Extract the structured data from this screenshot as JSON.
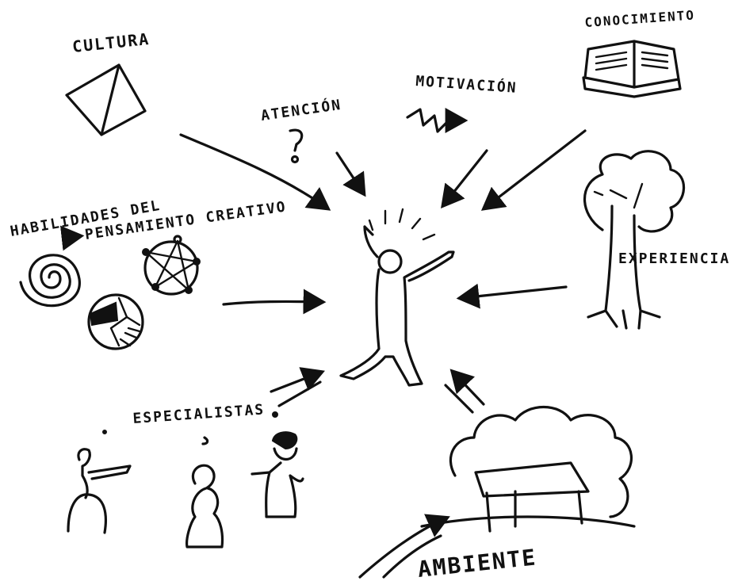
{
  "labels": {
    "cultura": "CULTURA",
    "atencion": "ATENCIÓN",
    "motivacion": "MOTIVACIÓN",
    "conocimiento": "CONOCIMIENTO",
    "habilidades_1": "HABILIDADES DEL",
    "habilidades_2": "PENSAMIENTO CREATIVO",
    "experiencia": "EXPERIENCIA",
    "especialistas": "ESPECIALISTAS",
    "ambiente": "AMBIENTE"
  },
  "colors": {
    "ink": "#111111",
    "background": "#ffffff"
  },
  "icons": [
    "pyramid-icon",
    "exclamation-icon",
    "zigzag-arrow-icon",
    "open-book-icon",
    "tree-icon",
    "spiral-icon",
    "network-icon",
    "puzzle-circle-icon",
    "specialist-figure-icon",
    "cloud-house-icon",
    "person-icon"
  ]
}
